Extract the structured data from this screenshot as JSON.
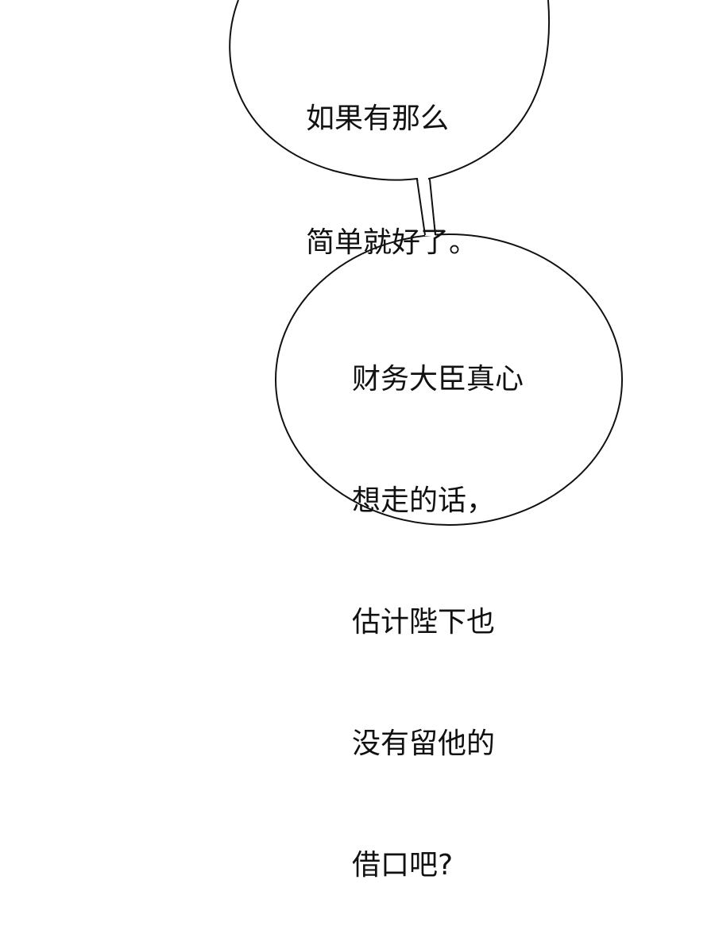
{
  "bubble1": {
    "lines": [
      "如果有那么",
      "简单就好了。"
    ]
  },
  "bubble2": {
    "lines": [
      "财务大臣真心",
      "想走的话，",
      "估计陛下也",
      "没有留他的",
      "借口吧?"
    ]
  }
}
